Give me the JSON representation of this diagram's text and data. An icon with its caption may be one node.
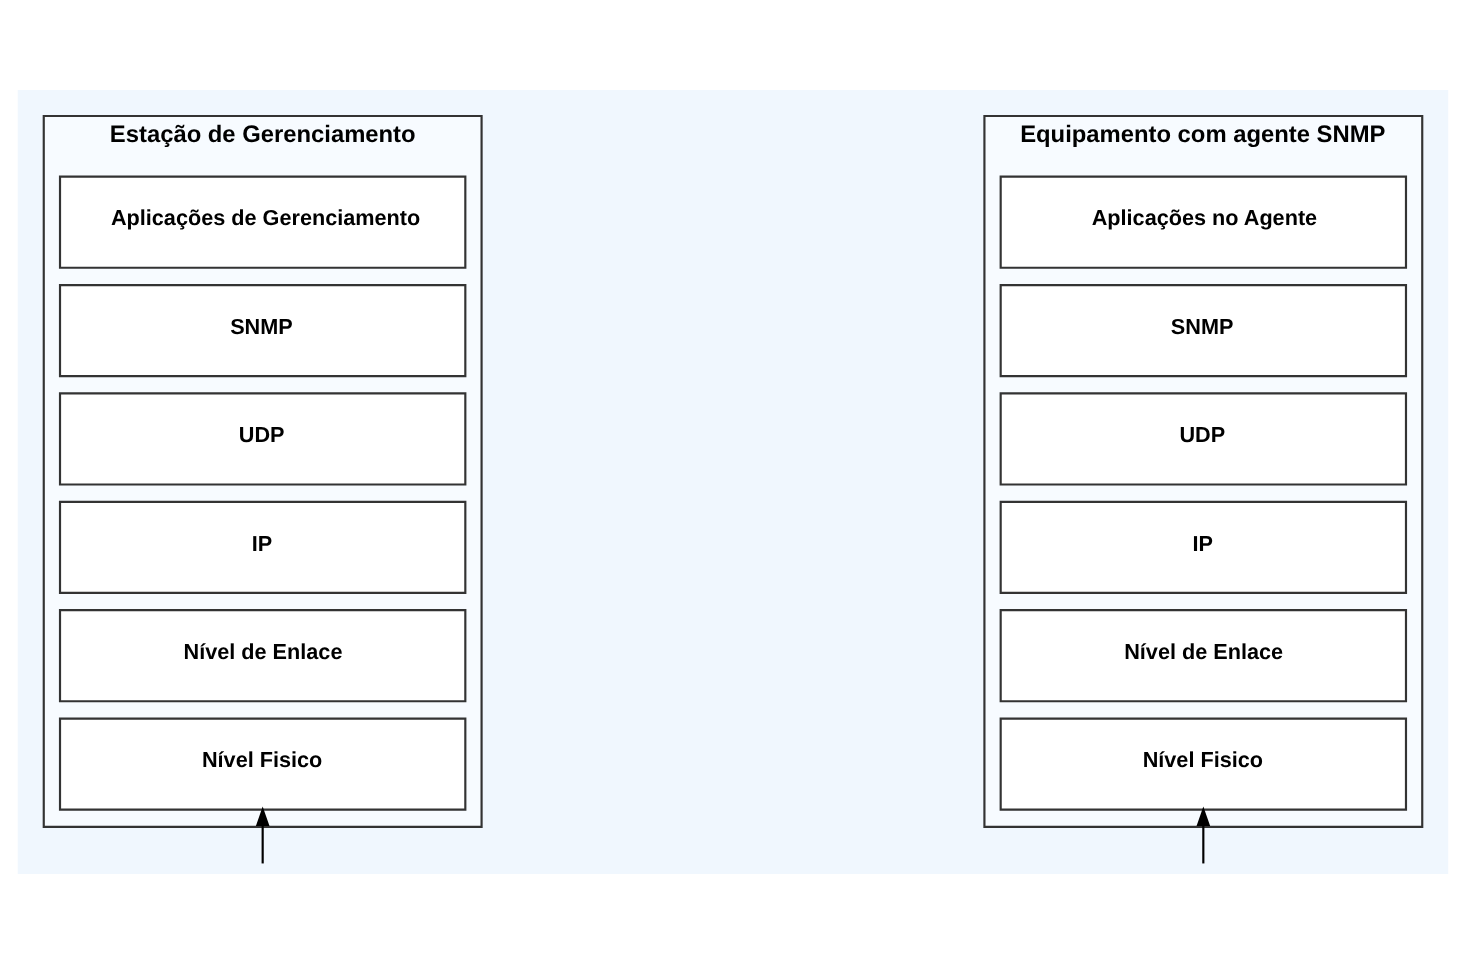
{
  "diagram": {
    "nodes": [
      {
        "text": [
          "Estação de Gerenciamento"
        ]
      },
      {
        "text": [
          "Aplicações de Gerenciamento"
        ],
        "in": 0
      },
      {
        "text": [
          "SNMP"
        ],
        "in": 0
      },
      {
        "text": [
          "UDP"
        ],
        "in": 0
      },
      {
        "text": [
          "IP"
        ],
        "in": 0
      },
      {
        "text": [
          "Nível de Enlace"
        ],
        "in": 0
      },
      {
        "text": [
          "Nível Fisico"
        ],
        "in": 0
      },
      {
        "text": [
          "Equipamento com agente SNMP"
        ]
      },
      {
        "text": [
          "Aplicações no Agente"
        ],
        "in": 7
      },
      {
        "text": [
          "SNMP"
        ],
        "in": 7
      },
      {
        "text": [
          "UDP"
        ],
        "in": 7
      },
      {
        "text": [
          "IP"
        ],
        "in": 7
      },
      {
        "text": [
          "Nível de Enlace"
        ],
        "in": 7
      },
      {
        "text": [
          "Nível Fisico"
        ],
        "in": 7
      }
    ],
    "edges": [
      {
        "from": null,
        "to": 6,
        "arrow": "to"
      },
      {
        "from": null,
        "to": 13,
        "arrow": "to"
      }
    ]
  }
}
